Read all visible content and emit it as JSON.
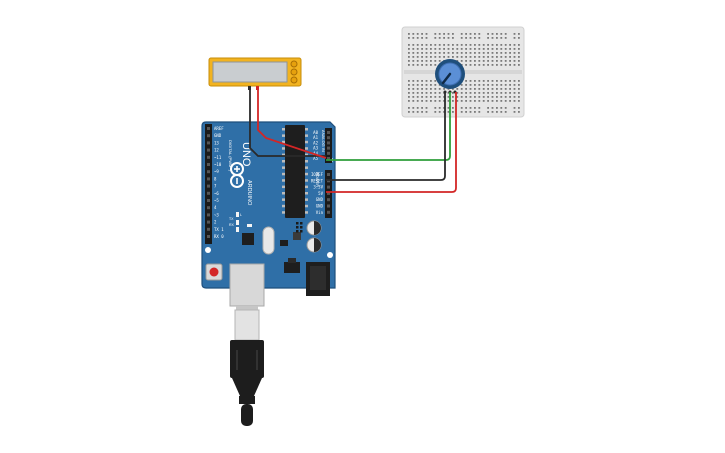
{
  "canvas": {
    "background": "#ffffff"
  },
  "colors": {
    "board": "#2f6fa7",
    "board_edge": "#1f4f7c",
    "header": "#1a1a1a",
    "chip": "#1e1e1e",
    "lcd_frame": "#f2b320",
    "lcd_screen": "#c9cdd0",
    "breadboard": "#e6e6e6",
    "pot_body": "#1f4f7c",
    "pot_knob": "#5b8fd6",
    "wire_red": "#d32626",
    "wire_black": "#2a2a2a",
    "wire_green": "#2f9e3a",
    "usb_body": "#1d1d1d",
    "usb_metal": "#d8d8d8"
  },
  "arduino": {
    "brand": "ARDUINO",
    "model": "UNO",
    "sub": "ARDUINO",
    "power_label": "POWER",
    "analog_label": "ANALOG IN",
    "digital_label": "DIGITAL (PWM~)",
    "tx_label": "TX",
    "rx_label": "RX",
    "l_label": "L",
    "on_label": "ON",
    "digital_pins": [
      "AREF",
      "GND",
      "13",
      "12",
      "~11",
      "~10",
      "~9",
      "8",
      "7",
      "~6",
      "~5",
      "4",
      "~3",
      "2",
      "TX 1",
      "RX 0"
    ],
    "power_pins": [
      "IOREF",
      "RESET",
      "3.3V",
      "5V",
      "GND",
      "GND",
      "Vin"
    ],
    "analog_pins": [
      "A0",
      "A1",
      "A2",
      "A3",
      "A4",
      "A5"
    ]
  },
  "components": {
    "lcd_icon": "lcd-display-icon",
    "pot_icon": "potentiometer-icon",
    "usb_icon": "usb-cable-icon"
  }
}
